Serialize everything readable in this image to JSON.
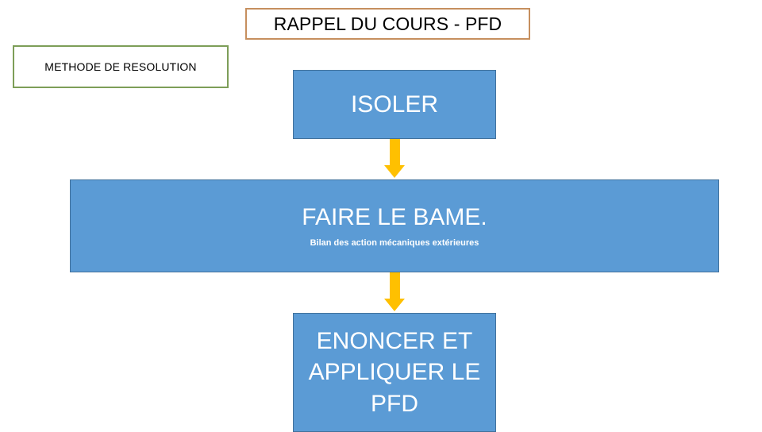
{
  "slide": {
    "title": {
      "text": "RAPPEL DU COURS - PFD",
      "border_color": "#c68f5e"
    },
    "method_label": {
      "text": "METHODE DE RESOLUTION",
      "border_color": "#7d9e58"
    },
    "accent_colors": {
      "box_fill": "#5b9bd5",
      "box_border": "#41719c",
      "arrow": "#ffc000",
      "box_text": "#ffffff"
    },
    "steps": [
      {
        "id": "isoler",
        "title": "ISOLER",
        "subtitle": ""
      },
      {
        "id": "bame",
        "title": "FAIRE LE BAME.",
        "subtitle": "Bilan des action mécaniques extérieures"
      },
      {
        "id": "pfd",
        "title": "ENONCER ET APPLIQUER LE PFD",
        "subtitle": ""
      }
    ],
    "arrows": [
      {
        "id": "arrow-isoler-to-bame",
        "direction": "down"
      },
      {
        "id": "arrow-bame-to-pfd",
        "direction": "down"
      }
    ]
  }
}
